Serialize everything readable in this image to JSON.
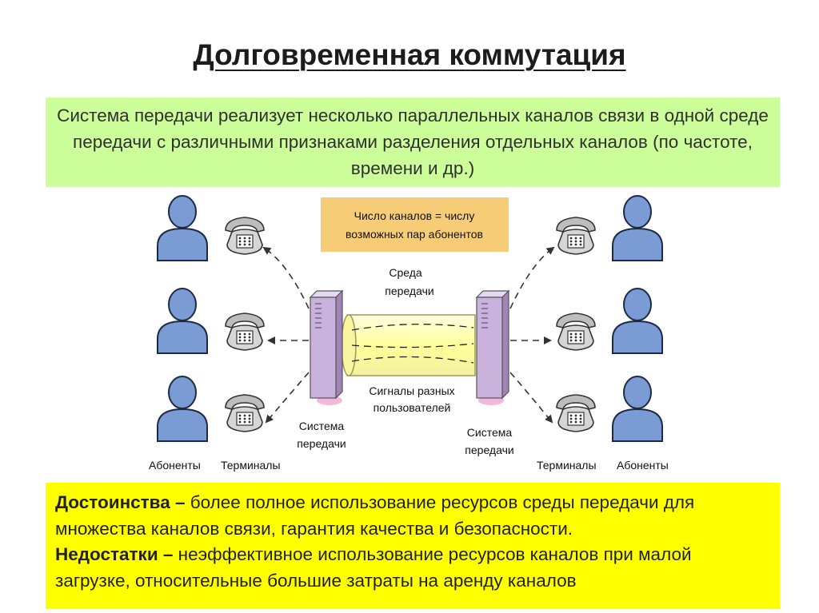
{
  "title": "Долговременная коммутация",
  "intro": "Система передачи реализует несколько параллельных каналов связи в одной среде передачи с различными признаками разделения отдельных каналов (по частоте, времени и др.)",
  "diagram": {
    "note_line1": "Число каналов = числу",
    "note_line2": "возможных пар абонентов",
    "medium_line1": "Среда",
    "medium_line2": "передачи",
    "signals_line1": "Сигналы разных",
    "signals_line2": "пользователей",
    "left_system_line1": "Система",
    "left_system_line2": "передачи",
    "right_system_line1": "Система",
    "right_system_line2": "передачи",
    "left_subscribers": "Абоненты",
    "left_terminals": "Терминалы",
    "right_terminals": "Терминалы",
    "right_subscribers": "Абоненты",
    "colors": {
      "person": "#7b9bd4",
      "note_box": "#f6cd76",
      "tube": "#ffffcc",
      "mux": "#c9b3dc"
    }
  },
  "advantages": {
    "term": "Достоинства –",
    "text": " более полное использование ресурсов среды передачи для множества каналов связи, гарантия качества и безопасности."
  },
  "disadvantages": {
    "term": "Недостатки –",
    "text": " неэффективное использование ресурсов каналов при малой загрузке, относительные большие затраты на аренду каналов"
  }
}
